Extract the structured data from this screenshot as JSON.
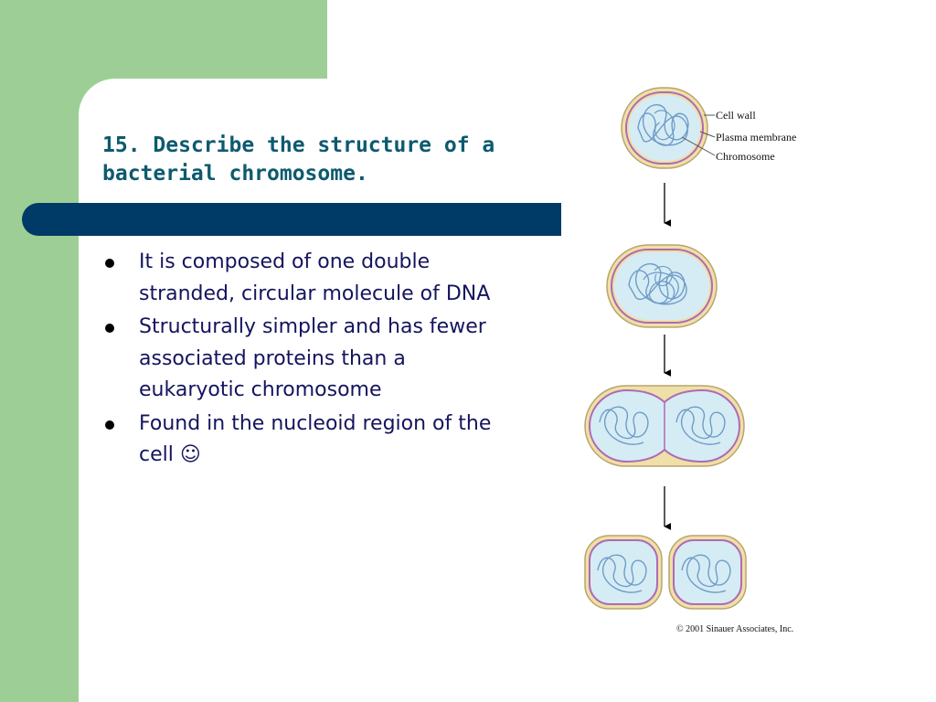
{
  "slide": {
    "title": "15. Describe the structure of a bacterial chromosome.",
    "bullets": [
      "It is composed of one double stranded, circular molecule of DNA",
      "Structurally simpler and has fewer associated proteins than a eukaryotic chromosome",
      "Found in the nucleoid region of the cell ☺"
    ]
  },
  "figure": {
    "labels": {
      "cell_wall": "Cell wall",
      "plasma_membrane": "Plasma membrane",
      "chromosome": "Chromosome"
    },
    "copyright": "© 2001 Sinauer Associates, Inc."
  },
  "colors": {
    "green_band": "#9dce96",
    "navy_bar": "#003a66",
    "title": "#0d5a6f",
    "text": "#14145e"
  }
}
